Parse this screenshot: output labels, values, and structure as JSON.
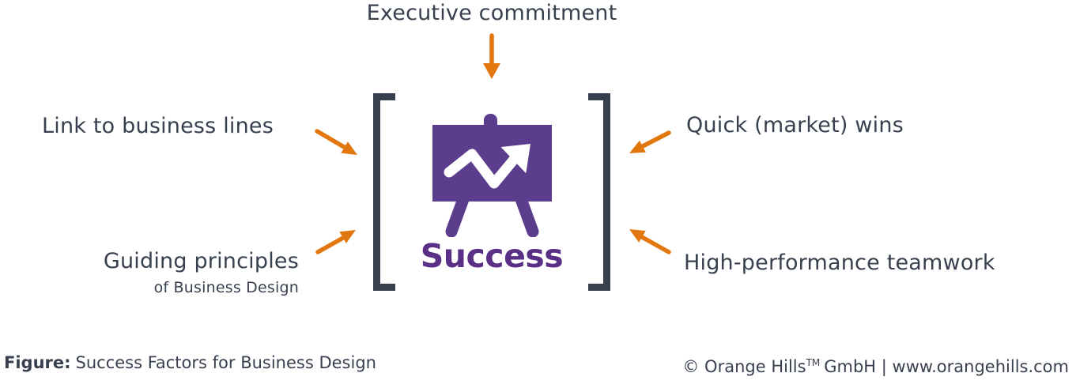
{
  "colors": {
    "navy": "#38404F",
    "orange": "#E1770E",
    "purple": "#5C3C8D",
    "purple_text": "#5A2F86"
  },
  "diagram": {
    "center": {
      "icon": "presentation-chart",
      "label": "Success"
    },
    "factors": {
      "top": "Executive commitment",
      "left_top": "Link to business lines",
      "left_bottom": "Guiding principles",
      "left_bottom_sub": "of Business Design",
      "right_top": "Quick (market) wins",
      "right_bottom": "High-performance teamwork"
    }
  },
  "caption": {
    "prefix": "Figure:",
    "title": "Success Factors for Business Design"
  },
  "credit": {
    "before_tm": "© Orange Hills",
    "tm": "TM",
    "after_tm": "GmbH | www.orangehills.com"
  }
}
